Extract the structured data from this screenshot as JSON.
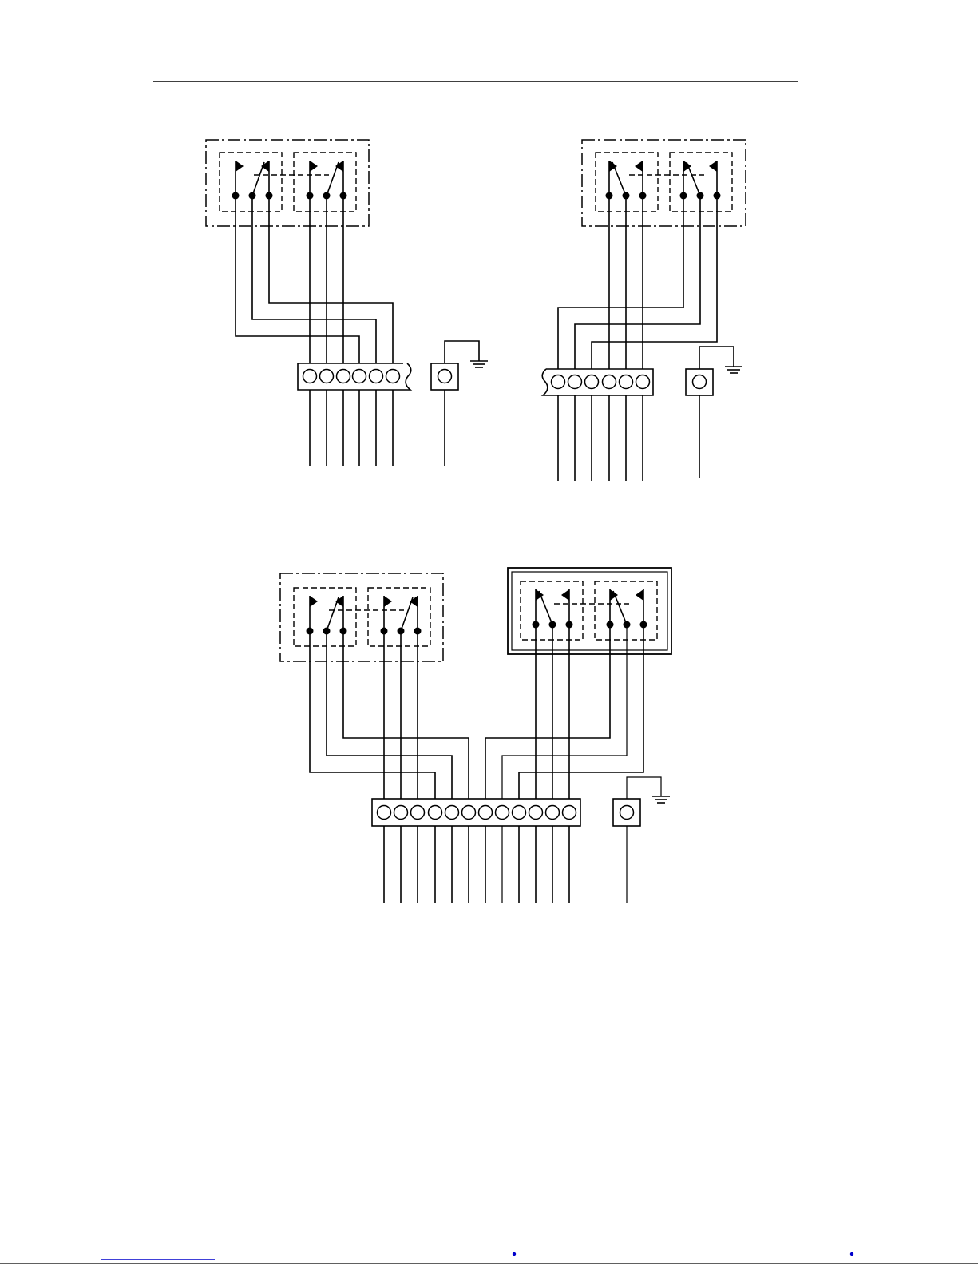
{
  "diagram": {
    "header_rule": true,
    "groups": [
      {
        "id": "top-left",
        "relay_pair": {
          "contacts_per_relay": 3,
          "enclosure": "dash-dot"
        },
        "terminal_strip": {
          "terminals": 6,
          "torn_end": "right"
        },
        "ground_terminal": true
      },
      {
        "id": "top-right",
        "relay_pair": {
          "contacts_per_relay": 3,
          "enclosure": "dash-dot"
        },
        "terminal_strip": {
          "terminals": 6,
          "torn_end": "left"
        },
        "ground_terminal": true
      },
      {
        "id": "bottom",
        "relay_pairs": 2,
        "terminal_strip": {
          "terminals": 12
        },
        "ground_terminal": true
      }
    ]
  },
  "colors": {
    "line": "#000000",
    "footer_link": "#0000cc"
  }
}
